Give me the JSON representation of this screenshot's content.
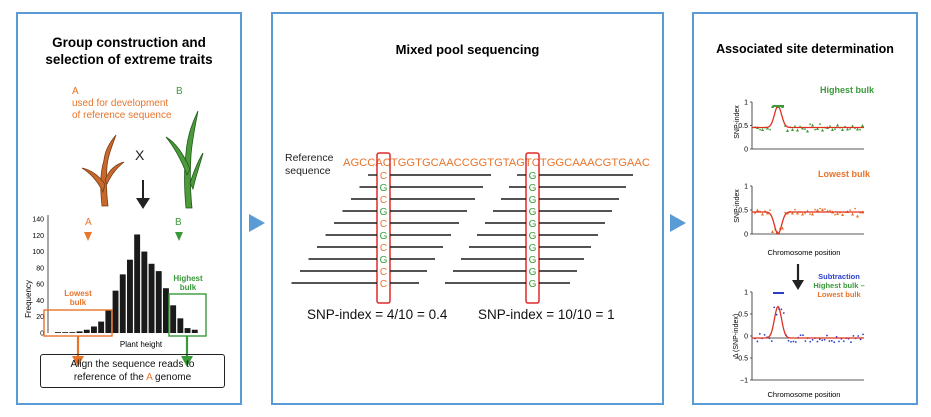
{
  "panel1": {
    "title_line1": "Group construction and",
    "title_line2": "selection of extreme traits",
    "parent_a_label": "A",
    "parent_a_desc1": "used for development",
    "parent_a_desc2": "of reference sequence",
    "parent_b_label": "B",
    "cross_symbol": "X",
    "histogram": {
      "ylabel": "Frequency",
      "xlabel": "Plant height",
      "yticks": [
        "0",
        "20",
        "40",
        "60",
        "80",
        "100",
        "120",
        "140"
      ],
      "values": [
        1,
        1,
        1,
        2,
        4,
        8,
        14,
        28,
        52,
        72,
        90,
        121,
        100,
        85,
        76,
        55,
        34,
        18,
        6,
        4
      ],
      "marker_a": "A",
      "marker_b": "B",
      "lowest_bulk": "Lowest\nbulk",
      "highest_bulk": "Highest\nbulk"
    },
    "align_line1": "Align the sequence reads to",
    "align_line2_pre": "reference of the ",
    "align_line2_a": "A",
    "align_line2_post": " genome",
    "colors": {
      "orange": "#e8742b",
      "green": "#3a9a3a",
      "dark": "#222222"
    }
  },
  "panel2": {
    "title": "Mixed pool sequencing",
    "ref_label1": "Reference",
    "ref_label2": "sequence",
    "ref_seq_pre": "AGCCA",
    "ref_seq_snp1": "C",
    "ref_seq_mid": "TGGTGCAACCGGTGTAGT",
    "ref_seq_snp2": "C",
    "ref_seq_post": "TGGCAAACGTGAAC",
    "col1_letters": [
      "C",
      "G",
      "C",
      "G",
      "C",
      "G",
      "C",
      "G",
      "C",
      "C"
    ],
    "col2_letters": [
      "G",
      "G",
      "G",
      "G",
      "G",
      "G",
      "G",
      "G",
      "G",
      "G"
    ],
    "index1": "SNP-index = 4/10 = 0.4",
    "index2": "SNP-index = 10/10 = 1"
  },
  "panel3": {
    "title": "Associated site determination",
    "top_plot": {
      "title": "Highest bulk",
      "ylabel": "SNP-index",
      "yticks": [
        "1",
        "0.5",
        "0"
      ]
    },
    "mid_plot": {
      "title": "Lowest bulk",
      "ylabel": "SNP-index",
      "yticks": [
        "1",
        "0.5",
        "0"
      ],
      "xlabel": "Chromosome position"
    },
    "bottom_plot": {
      "legend1": "Subtraction",
      "legend2": "Highest bulk –",
      "legend3": "Lowest bulk",
      "ylabel": "Δ (SNP-index)",
      "yticks": [
        "1",
        "0.5",
        "0",
        "−0.5",
        "−1"
      ],
      "xlabel": "Chromosome position"
    },
    "colors": {
      "green": "#3a9a3a",
      "orange": "#e8742b",
      "red": "#e03020",
      "blue": "#2c3ec8"
    }
  }
}
